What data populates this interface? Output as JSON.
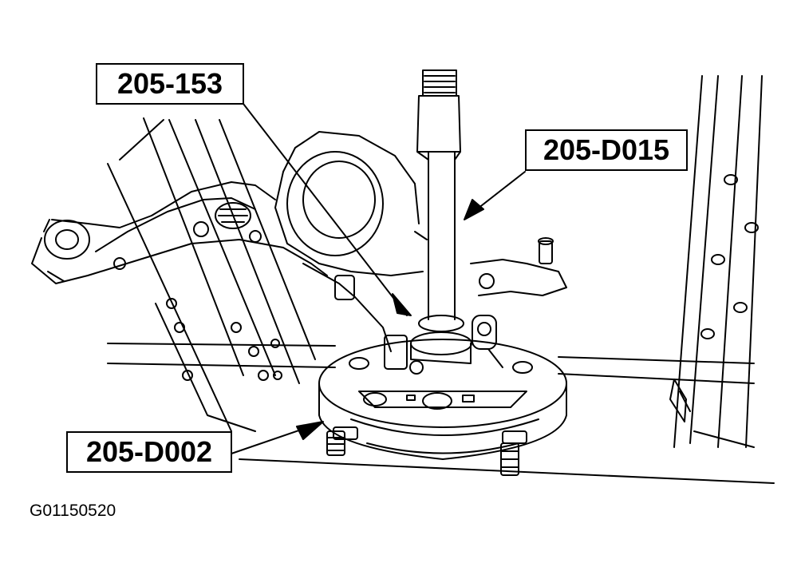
{
  "callouts": {
    "tool_153": "205-153",
    "tool_d015": "205-D015",
    "tool_d002": "205-D002"
  },
  "figure_id": "G01150520",
  "colors": {
    "ink": "#000000",
    "paper": "#ffffff"
  }
}
